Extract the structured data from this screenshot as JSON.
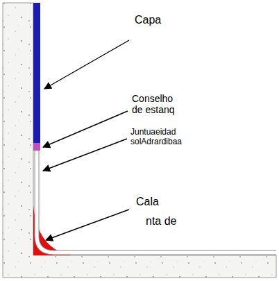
{
  "diagram": {
    "labels": [
      "Capa",
      "Conselho de estanq",
      "Juntuaeidad solAdrardibaa",
      "Cala",
      "nta de"
    ]
  }
}
